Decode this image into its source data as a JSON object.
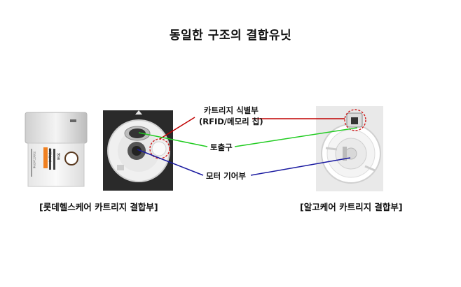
{
  "title": "동일한 구조의 결합유닛",
  "captions": {
    "left": "[롯데헬스케어 카트리지 결합부]",
    "right": "[알고케어 카트리지 결합부]"
  },
  "labels": {
    "cartridge_line1": "카트리지 식별부",
    "cartridge_line2": "(RFID/메모리 칩)",
    "outlet": "토출구",
    "motor": "모터 기어부"
  },
  "bottle_label": {
    "main": "블리라포",
    "sub": "에필",
    "left": "건강기능식품"
  },
  "colors": {
    "cartridge_line": "#c00000",
    "outlet_line": "#22cc22",
    "motor_line": "#1a1aa0",
    "highlight_circle": "#d02020"
  }
}
